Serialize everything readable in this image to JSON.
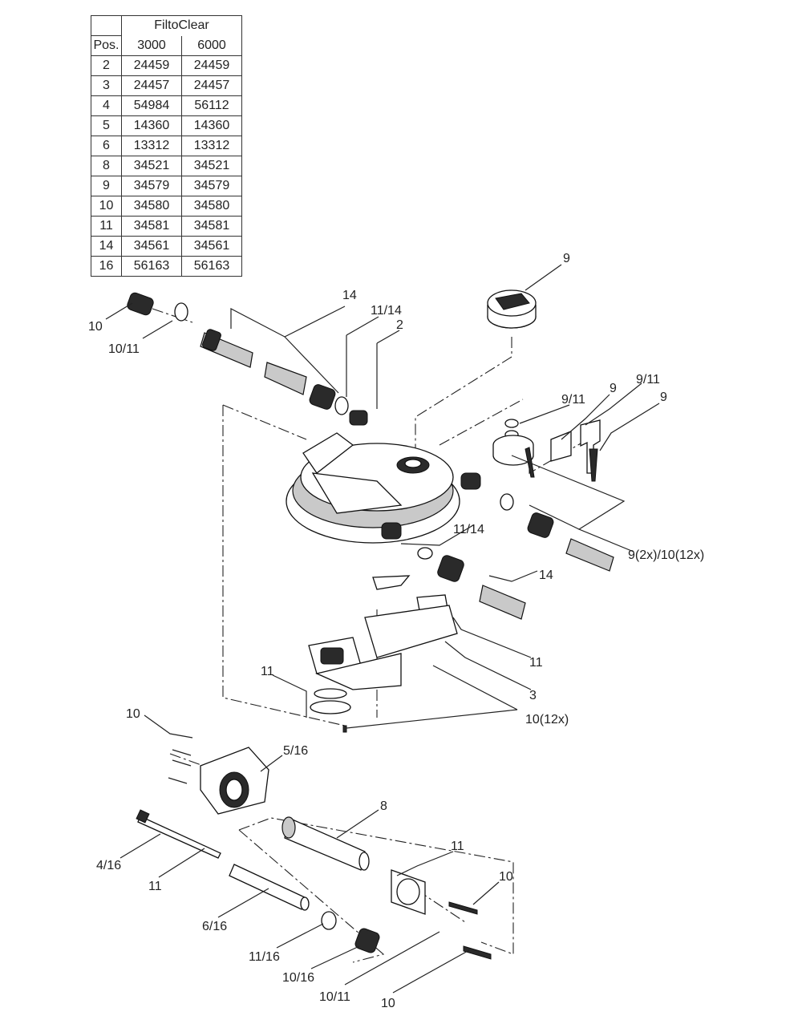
{
  "table": {
    "product_header": "FiltoClear",
    "pos_header": "Pos.",
    "model_headers": [
      "3000",
      "6000"
    ],
    "rows": [
      {
        "pos": "2",
        "v3000": "24459",
        "v6000": "24459"
      },
      {
        "pos": "3",
        "v3000": "24457",
        "v6000": "24457"
      },
      {
        "pos": "4",
        "v3000": "54984",
        "v6000": "56112"
      },
      {
        "pos": "5",
        "v3000": "14360",
        "v6000": "14360"
      },
      {
        "pos": "6",
        "v3000": "13312",
        "v6000": "13312"
      },
      {
        "pos": "8",
        "v3000": "34521",
        "v6000": "34521"
      },
      {
        "pos": "9",
        "v3000": "34579",
        "v6000": "34579"
      },
      {
        "pos": "10",
        "v3000": "34580",
        "v6000": "34580"
      },
      {
        "pos": "11",
        "v3000": "34581",
        "v6000": "34581"
      },
      {
        "pos": "14",
        "v3000": "34561",
        "v6000": "34561"
      },
      {
        "pos": "16",
        "v3000": "56163",
        "v6000": "56163"
      }
    ]
  },
  "callouts": {
    "knob": "9",
    "hose_top": "14",
    "seal_top": "11/14",
    "lid": "2",
    "nut_left": "10",
    "ring_left": "10/11",
    "right_9_11_a": "9/11",
    "right_9_a": "9",
    "right_9_11_b": "9/11",
    "right_9_b": "9",
    "screws_right": "9(2x)/10(12x)",
    "seal_mid": "11/14",
    "hose_right": "14",
    "gasket_right": "11",
    "base": "3",
    "gasket_left": "11",
    "screws_base": "10(12x)",
    "screws_housing": "10",
    "housing": "5/16",
    "uvc_lamp": "8",
    "shaft": "4/16",
    "shaft_ring": "11",
    "quartz": "6/16",
    "ring_bottom": "11/16",
    "nut_bottom": "10/16",
    "flange_ring": "11",
    "clip_top": "10",
    "screw_bottom_mid": "10/11",
    "clip_bottom": "10"
  }
}
